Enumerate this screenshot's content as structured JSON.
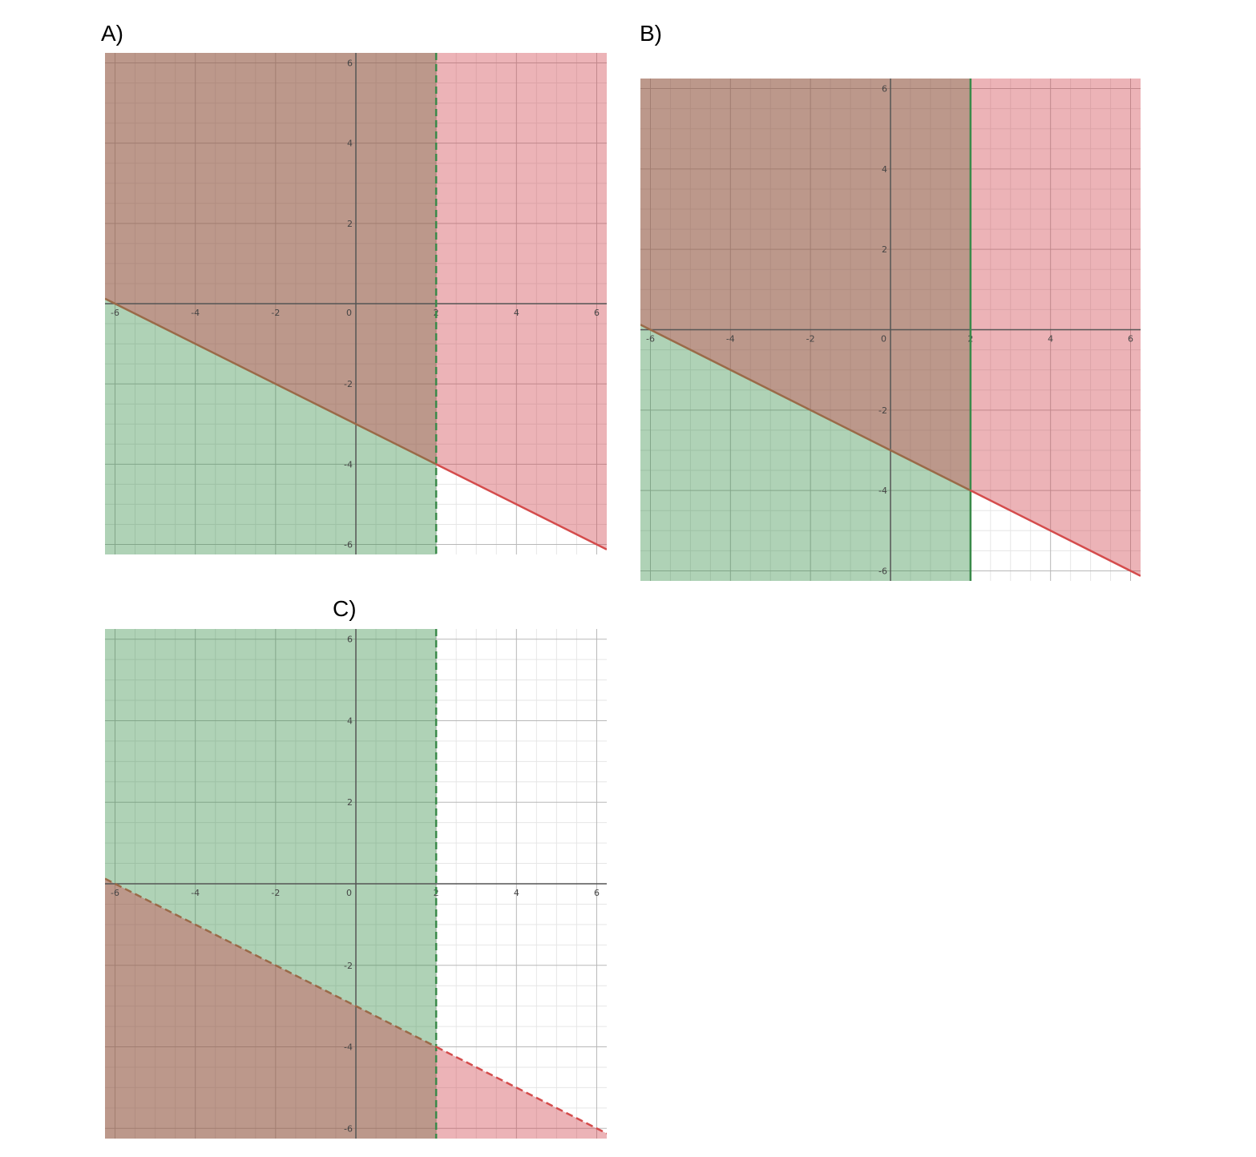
{
  "colors": {
    "green_fill": "#2d8a3e",
    "red_fill": "#d0404a",
    "green_line": "#3a8a4a",
    "red_line": "#d44c4c",
    "mixed_line": "#9a6a48",
    "axis": "#555555",
    "grid_major": "#b8b8b8",
    "grid_minor": "#e6e6e6"
  },
  "chart_data": [
    {
      "type": "inequality-graph",
      "label": "A)",
      "xlim": [
        -6.25,
        6.25
      ],
      "ylim": [
        -6.25,
        6.25
      ],
      "grid": true,
      "x_ticks": [
        "-6",
        "-4",
        "-2",
        "0",
        "2",
        "4",
        "6"
      ],
      "y_ticks": [
        "6",
        "4",
        "2",
        "-2",
        "-4",
        "-6"
      ],
      "lines": [
        {
          "kind": "vertical",
          "x": 2,
          "style": "dashed",
          "shade": "left",
          "color": "green"
        },
        {
          "kind": "linear",
          "slope": -0.5,
          "intercept": -3,
          "style": "solid",
          "shade": "above",
          "color": "red"
        }
      ]
    },
    {
      "type": "inequality-graph",
      "label": "B)",
      "xlim": [
        -6.25,
        6.25
      ],
      "ylim": [
        -6.25,
        6.25
      ],
      "grid": true,
      "x_ticks": [
        "-6",
        "-4",
        "-2",
        "0",
        "2",
        "4",
        "6"
      ],
      "y_ticks": [
        "6",
        "4",
        "2",
        "-2",
        "-4",
        "-6"
      ],
      "lines": [
        {
          "kind": "vertical",
          "x": 2,
          "style": "solid",
          "shade": "left",
          "color": "green"
        },
        {
          "kind": "linear",
          "slope": -0.5,
          "intercept": -3,
          "style": "solid",
          "shade": "above",
          "color": "red"
        }
      ]
    },
    {
      "type": "inequality-graph",
      "label": "C)",
      "xlim": [
        -6.25,
        6.25
      ],
      "ylim": [
        -6.25,
        6.25
      ],
      "grid": true,
      "x_ticks": [
        "-6",
        "-4",
        "-2",
        "0",
        "2",
        "4",
        "6"
      ],
      "y_ticks": [
        "6",
        "4",
        "2",
        "-2",
        "-4",
        "-6"
      ],
      "lines": [
        {
          "kind": "vertical",
          "x": 2,
          "style": "dashed",
          "shade": "left",
          "color": "green"
        },
        {
          "kind": "linear",
          "slope": -0.5,
          "intercept": -3,
          "style": "dashed",
          "shade": "below",
          "color": "red"
        }
      ]
    }
  ]
}
